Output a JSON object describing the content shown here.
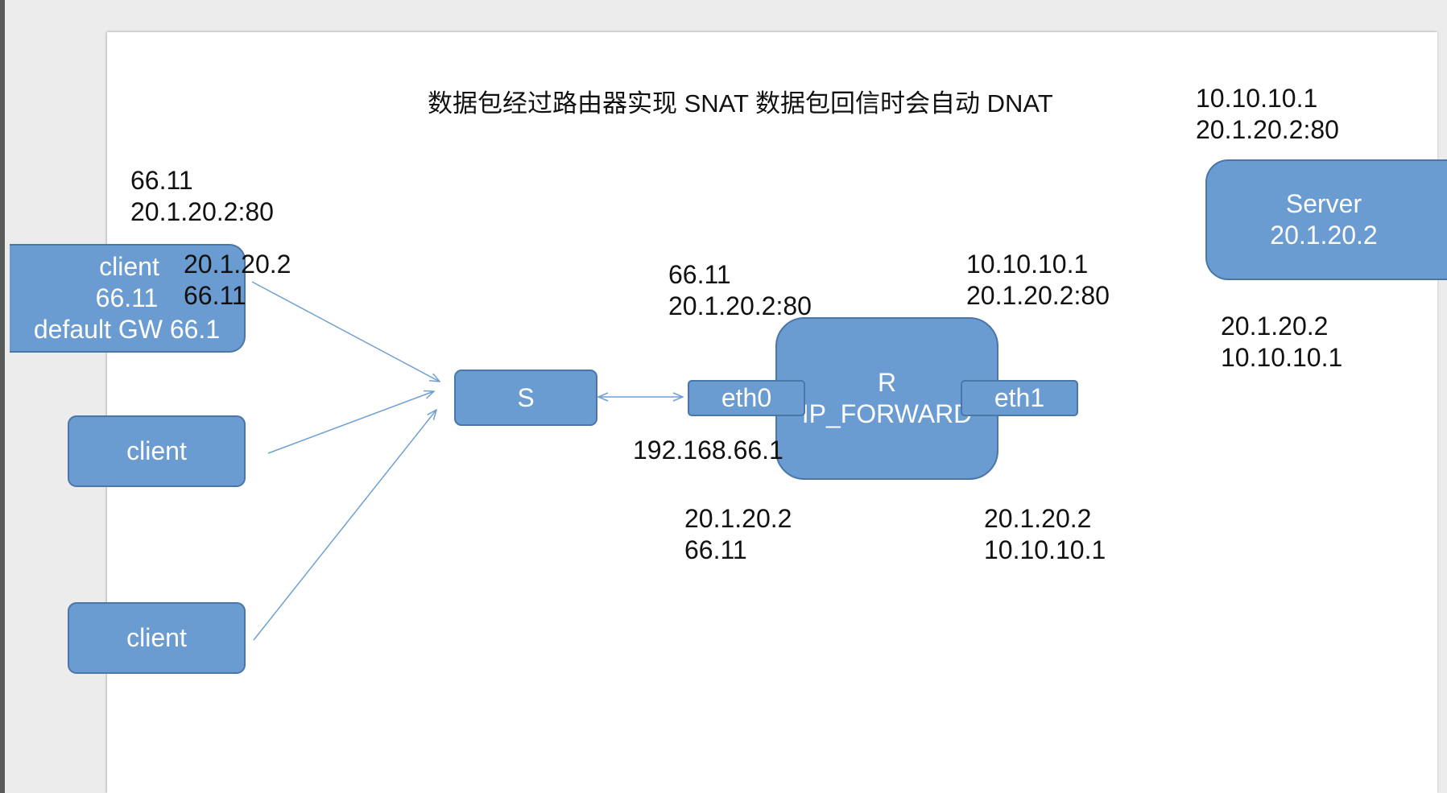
{
  "title": "数据包经过路由器实现 SNAT 数据包回信时会自动 DNAT",
  "nodes": {
    "client_main": {
      "lines": [
        "client",
        "66.11",
        "default GW 66.1"
      ]
    },
    "client_2": {
      "label": "client"
    },
    "client_3": {
      "label": "client"
    },
    "switch": {
      "label": "S"
    },
    "router": {
      "lines": [
        "R",
        "IP_FORWARD"
      ]
    },
    "eth0": {
      "label": "eth0"
    },
    "eth1": {
      "label": "eth1"
    },
    "server": {
      "lines": [
        "Server",
        "20.1.20.2"
      ]
    }
  },
  "labels": {
    "client_request": [
      "66.11",
      "20.1.20.2:80"
    ],
    "client_reply": [
      "20.1.20.2",
      "66.11"
    ],
    "eth0_request": [
      "66.11",
      "20.1.20.2:80"
    ],
    "eth0_ip": "192.168.66.1",
    "eth0_reply": [
      "20.1.20.2",
      "66.11"
    ],
    "eth1_request": [
      "10.10.10.1",
      "20.1.20.2:80"
    ],
    "eth1_reply": [
      "20.1.20.2",
      "10.10.10.1"
    ],
    "server_request": [
      "10.10.10.1",
      "20.1.20.2:80"
    ],
    "server_reply": [
      "20.1.20.2",
      "10.10.10.1"
    ]
  },
  "colors": {
    "node_fill": "#6a9bd1",
    "node_border": "#4b76a8",
    "link": "#6f9fd3"
  }
}
